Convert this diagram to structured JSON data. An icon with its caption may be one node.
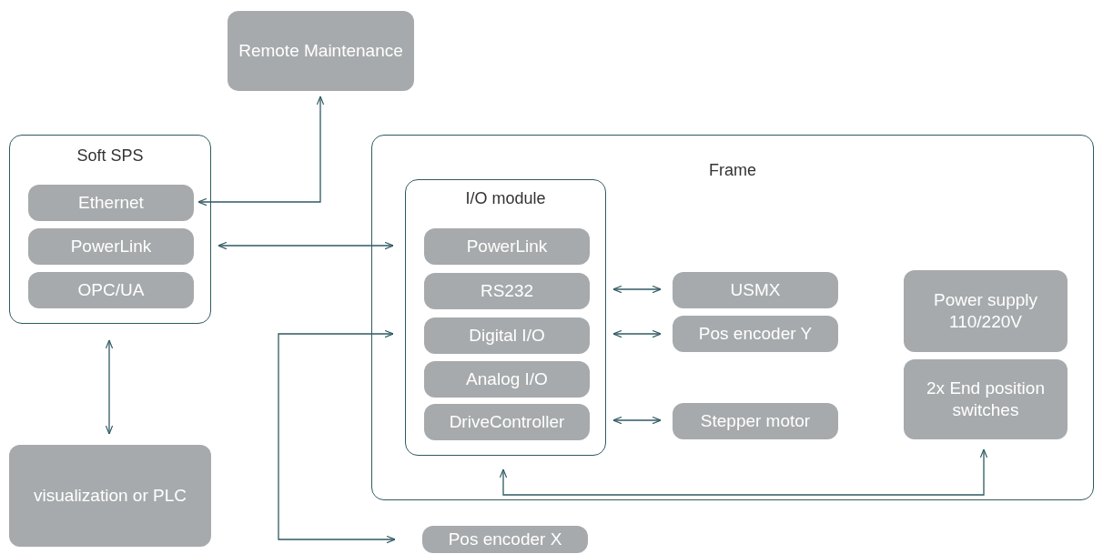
{
  "diagram": {
    "nodes": [
      {
        "text": [
          "Remote Maintenance"
        ]
      },
      {
        "text": [
          "Soft SPS"
        ]
      },
      {
        "text": [
          "Ethernet"
        ],
        "in": 1
      },
      {
        "text": [
          "PowerLink"
        ],
        "in": 1
      },
      {
        "text": [
          "OPC/UA"
        ],
        "in": 1
      },
      {
        "text": [
          "visualization or PLC"
        ]
      },
      {
        "text": [
          "Frame"
        ]
      },
      {
        "text": [
          "I/O module"
        ],
        "in": 6
      },
      {
        "text": [
          "PowerLink"
        ],
        "in": 7
      },
      {
        "text": [
          "RS232"
        ],
        "in": 7
      },
      {
        "text": [
          "Digital I/O"
        ],
        "in": 7
      },
      {
        "text": [
          "Analog I/O"
        ],
        "in": 7
      },
      {
        "text": [
          "DriveController"
        ],
        "in": 7
      },
      {
        "text": [
          "USMX"
        ],
        "in": 6
      },
      {
        "text": [
          "Pos encoder Y"
        ],
        "in": 6
      },
      {
        "text": [
          "Stepper motor"
        ],
        "in": 6
      },
      {
        "text": [
          "Power supply 110/220V"
        ],
        "in": 6
      },
      {
        "text": [
          "2x End position switches"
        ],
        "in": 6
      },
      {
        "text": [
          "Pos encoder X"
        ]
      }
    ],
    "edges": [
      {
        "from": 2,
        "to": 0,
        "arrow": "both"
      },
      {
        "from": 3,
        "to": 7,
        "arrow": "both"
      },
      {
        "from": 9,
        "to": 13,
        "arrow": "both"
      },
      {
        "from": 10,
        "to": 14,
        "arrow": "both"
      },
      {
        "from": 12,
        "to": 15,
        "arrow": "both"
      },
      {
        "from": 1,
        "to": 5,
        "arrow": "both"
      },
      {
        "from": 7,
        "to": 18,
        "arrow": "both"
      },
      {
        "from": 7,
        "to": 17,
        "arrow": "both"
      }
    ]
  }
}
